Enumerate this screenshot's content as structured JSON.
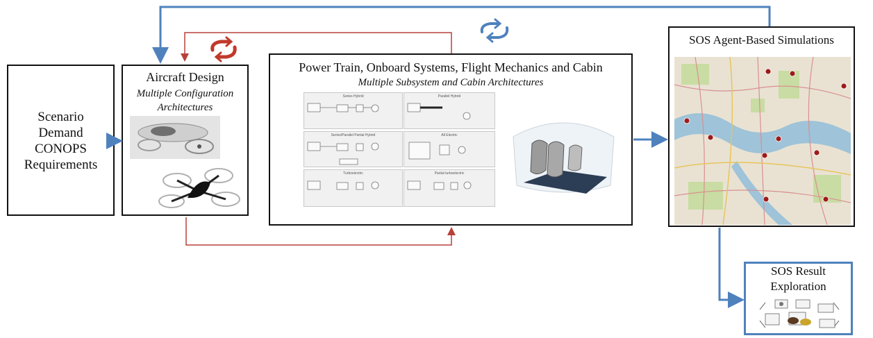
{
  "scenario": {
    "lines": [
      "Scenario",
      "Demand",
      "CONOPS",
      "Requirements"
    ]
  },
  "aircraft_design": {
    "title": "Aircraft Design",
    "subtitle_lines": [
      "Multiple Configuration",
      "Architectures"
    ]
  },
  "subsystems": {
    "title": "Power Train, Onboard Systems, Flight Mechanics and Cabin",
    "subtitle": "Multiple Subsystem and Cabin Architectures",
    "diagram_titles": [
      "Series Hybrid",
      "Parallel Hybrid",
      "Series/Parallel Partial Hybrid",
      "All Electric",
      "Turboelectric",
      "Partial turboelectric"
    ]
  },
  "sos_sim": {
    "title": "SOS Agent-Based Simulations"
  },
  "sos_result": {
    "title_lines": [
      "SOS Result",
      "Exploration"
    ]
  },
  "colors": {
    "blue_arrow": "#4f81bd",
    "red_arrow": "#b8403a",
    "map_pin": "#9e1b1b"
  }
}
